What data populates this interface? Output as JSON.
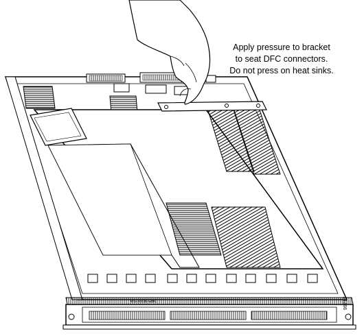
{
  "callout": {
    "line1": "Apply pressure to bracket",
    "line2": "to seat DFC connectors.",
    "line3": "Do not press on heat sinks."
  },
  "figure_id": "99717",
  "faceplate_label": "WS-X6816-GBIC"
}
